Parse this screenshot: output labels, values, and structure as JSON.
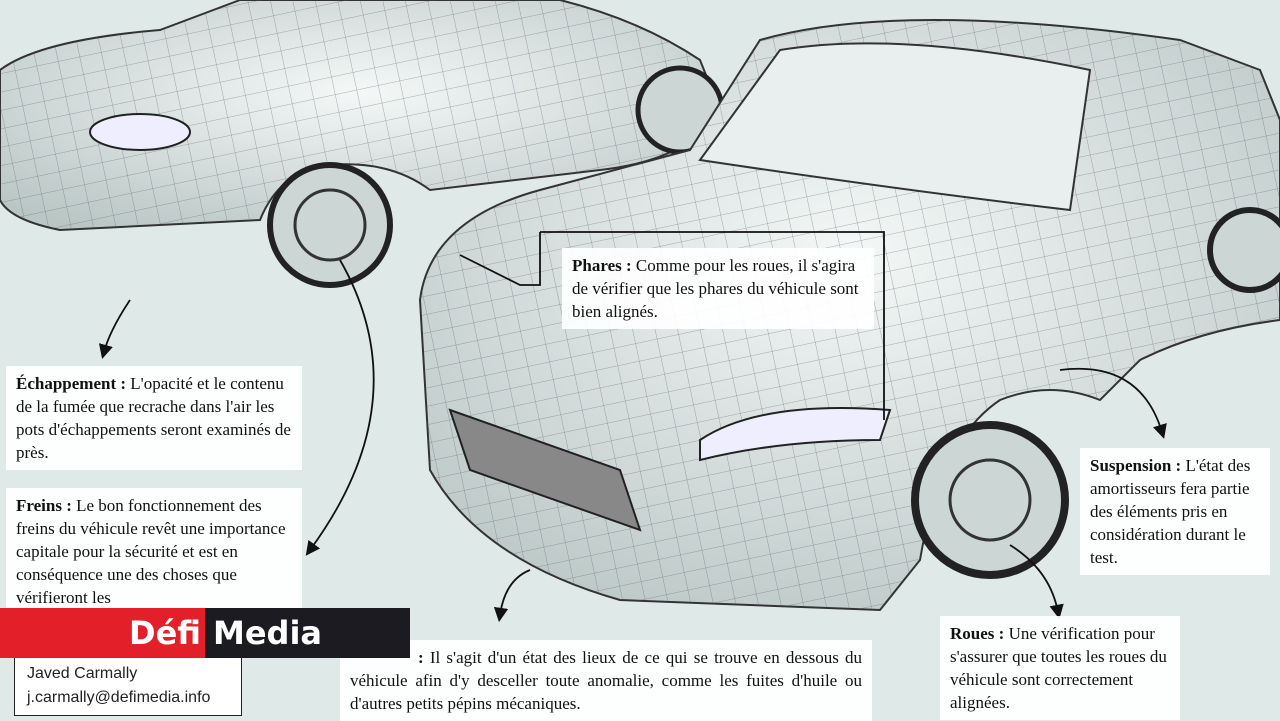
{
  "logo": {
    "part1": "Défi",
    "part2": "Media"
  },
  "author": {
    "name": "Javed Carmally",
    "email": "j.carmally@defimedia.info"
  },
  "annotations": {
    "phares": {
      "title": "Phares :",
      "text": " Comme pour les roues, il s'agira de vérifier que les phares du véhicule sont bien alignés."
    },
    "echappement": {
      "title": "Échappement :",
      "text": " L'opacité et le contenu de la fumée que recrache dans l'air les pots d'échappements seront examinés de près."
    },
    "freins": {
      "title": "Freins :",
      "text": " Le bon fonctionnement des freins du véhicule revêt une importance capitale pour la sécurité et est en conséquence une des choses que vérifieront les"
    },
    "suspension": {
      "title": "Suspension :",
      "text": " L'état des amortisseurs fera partie des éléments pris en considération durant le test."
    },
    "roues": {
      "title": "Roues :",
      "text": " Une vérification pour s'assurer que toutes les roues du véhicule sont correctement alignées."
    },
    "chassis": {
      "title": ":",
      "text": " Il s'agit d'un état des lieux de ce qui se trouve en dessous du véhicule afin d'y desceller toute anomalie, comme les fuites d'huile ou d'autres petits pépins mécaniques."
    }
  }
}
